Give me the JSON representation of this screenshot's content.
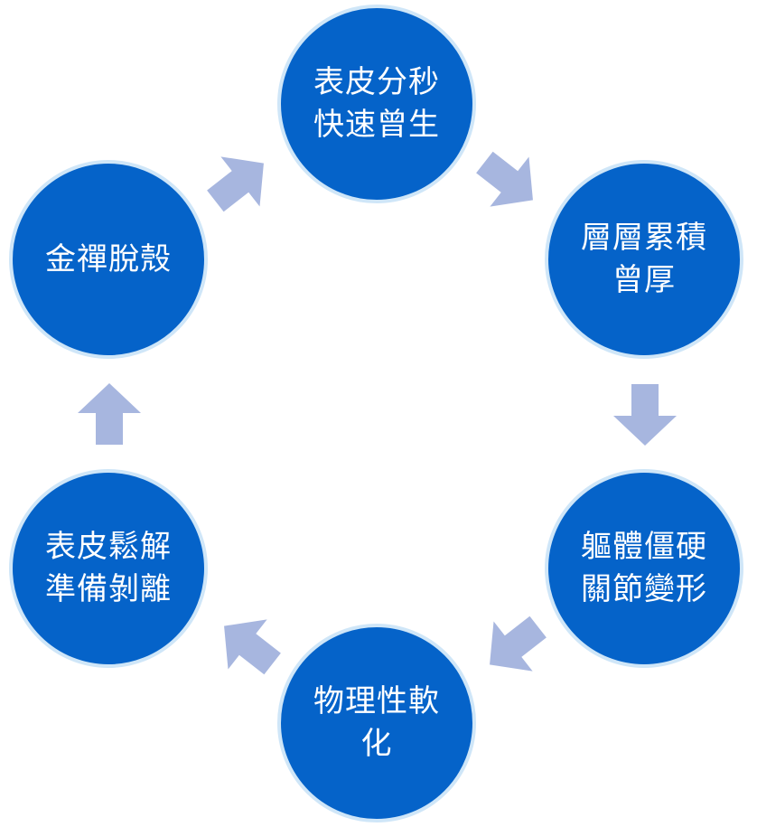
{
  "diagram": {
    "nodes": [
      {
        "id": "top",
        "label": "表皮分秒\n快速曾生"
      },
      {
        "id": "upper-right",
        "label": "層層累積\n曾厚"
      },
      {
        "id": "lower-right",
        "label": "軀體僵硬\n關節變形"
      },
      {
        "id": "bottom",
        "label": "物理性軟\n化"
      },
      {
        "id": "lower-left",
        "label": "表皮鬆解\n準備剝離"
      },
      {
        "id": "upper-left",
        "label": "金禪脫殼"
      }
    ],
    "colors": {
      "node_fill": "#0563c9",
      "node_border": "#cfe6f8",
      "arrow_fill": "#a7b6df",
      "text": "#ffffff"
    }
  }
}
